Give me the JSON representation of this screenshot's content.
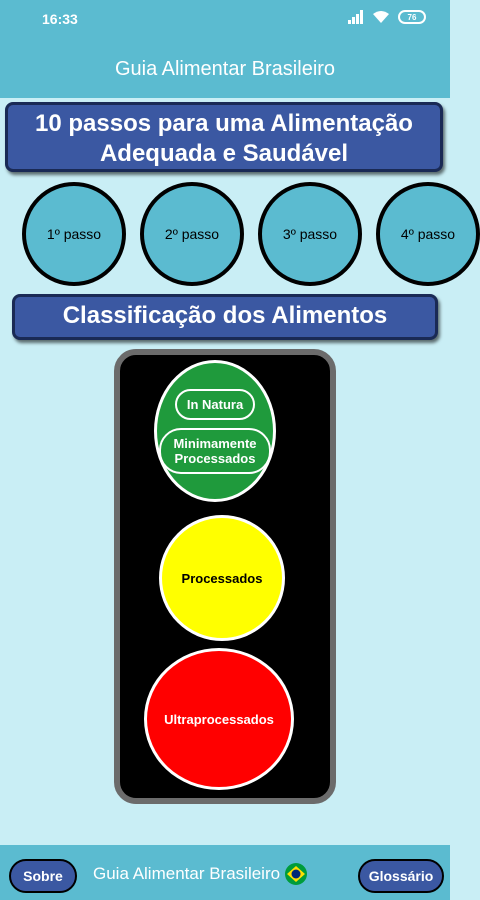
{
  "status": {
    "time": "16:33",
    "battery": "76"
  },
  "app": {
    "title": "Guia Alimentar Brasileiro"
  },
  "steps_banner": {
    "line1": "10 passos para uma Alimentação",
    "line2": "Adequada e Saudável"
  },
  "steps": [
    "1º passo",
    "2º passo",
    "3º passo",
    "4º passo"
  ],
  "classification": {
    "title": "Classificação dos Alimentos",
    "green": {
      "pill1": "In Natura",
      "pill2": "Minimamente Processados"
    },
    "yellow": "Processados",
    "red": "Ultraprocessados"
  },
  "bottom": {
    "sobre": "Sobre",
    "title": "Guia Alimentar Brasileiro",
    "glossario": "Glossário"
  },
  "colors": {
    "accent": "#5bbbd0",
    "banner": "#3b58a2",
    "background": "#c9eef5",
    "green": "#1f9a3c",
    "yellow": "#ffff00",
    "red": "#ff0000"
  },
  "icons": [
    "signal-icon",
    "wifi-icon",
    "battery-icon",
    "brazil-flag-icon"
  ]
}
